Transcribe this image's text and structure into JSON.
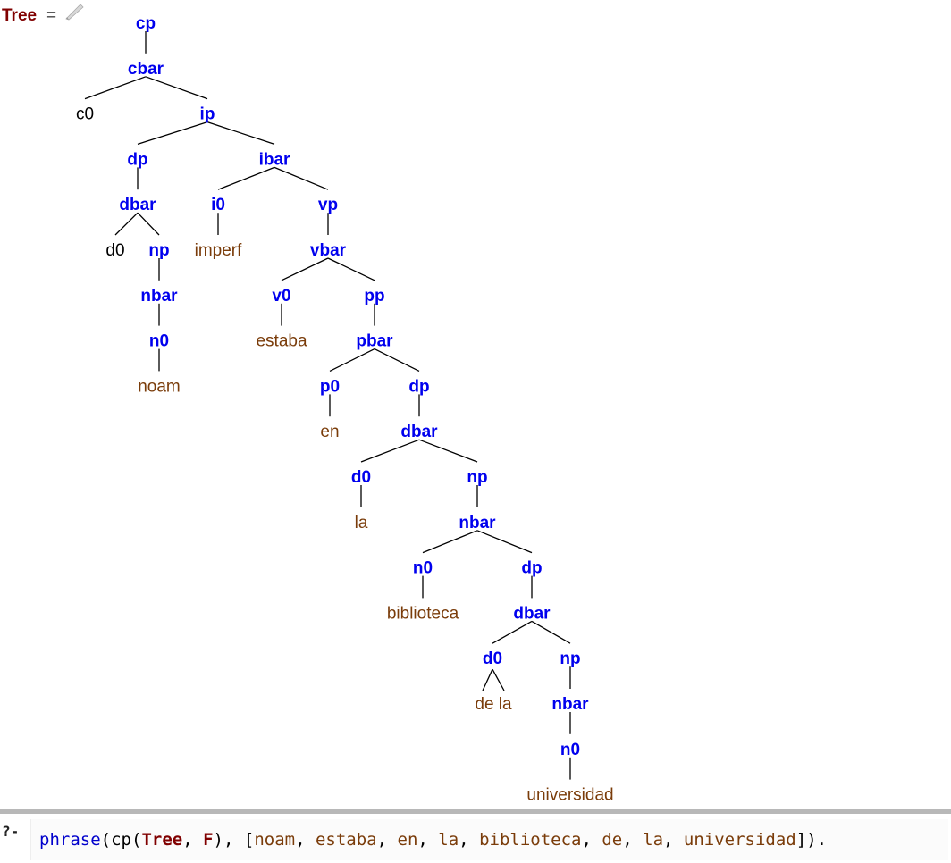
{
  "answer": {
    "variable": "Tree",
    "equals": "=",
    "edit_icon": "pencil-icon"
  },
  "tree": {
    "cat": "cp",
    "children": [
      {
        "cat": "cbar",
        "children": [
          {
            "cat": "c0",
            "style": "plain"
          },
          {
            "cat": "ip",
            "children": [
              {
                "cat": "dp",
                "children": [
                  {
                    "cat": "dbar",
                    "children": [
                      {
                        "cat": "d0",
                        "style": "plain"
                      },
                      {
                        "cat": "np",
                        "children": [
                          {
                            "cat": "nbar",
                            "children": [
                              {
                                "cat": "n0",
                                "children": [
                                  {
                                    "cat": "noam",
                                    "style": "atom"
                                  }
                                ]
                              }
                            ]
                          }
                        ]
                      }
                    ]
                  }
                ]
              },
              {
                "cat": "ibar",
                "children": [
                  {
                    "cat": "i0",
                    "children": [
                      {
                        "cat": "imperf",
                        "style": "atom"
                      }
                    ]
                  },
                  {
                    "cat": "vp",
                    "children": [
                      {
                        "cat": "vbar",
                        "children": [
                          {
                            "cat": "v0",
                            "children": [
                              {
                                "cat": "estaba",
                                "style": "atom"
                              }
                            ]
                          },
                          {
                            "cat": "pp",
                            "children": [
                              {
                                "cat": "pbar",
                                "children": [
                                  {
                                    "cat": "p0",
                                    "children": [
                                      {
                                        "cat": "en",
                                        "style": "atom"
                                      }
                                    ]
                                  },
                                  {
                                    "cat": "dp",
                                    "children": [
                                      {
                                        "cat": "dbar",
                                        "children": [
                                          {
                                            "cat": "d0",
                                            "children": [
                                              {
                                                "cat": "la",
                                                "style": "atom"
                                              }
                                            ]
                                          },
                                          {
                                            "cat": "np",
                                            "children": [
                                              {
                                                "cat": "nbar",
                                                "children": [
                                                  {
                                                    "cat": "n0",
                                                    "children": [
                                                      {
                                                        "cat": "biblioteca",
                                                        "style": "atom"
                                                      }
                                                    ]
                                                  },
                                                  {
                                                    "cat": "dp",
                                                    "children": [
                                                      {
                                                        "cat": "dbar",
                                                        "children": [
                                                          {
                                                            "cat": "d0",
                                                            "children": [
                                                              {
                                                                "cat": "de la",
                                                                "style": "atom",
                                                                "fork": true
                                                              }
                                                            ]
                                                          },
                                                          {
                                                            "cat": "np",
                                                            "children": [
                                                              {
                                                                "cat": "nbar",
                                                                "children": [
                                                                  {
                                                                    "cat": "n0",
                                                                    "children": [
                                                                      {
                                                                        "cat": "universidad",
                                                                        "style": "atom"
                                                                      }
                                                                    ]
                                                                  }
                                                                ]
                                                              }
                                                            ]
                                                          }
                                                        ]
                                                      }
                                                    ]
                                                  }
                                                ]
                                              }
                                            ]
                                          }
                                        ]
                                      }
                                    ]
                                  }
                                ]
                              }
                            ]
                          }
                        ]
                      }
                    ]
                  }
                ]
              }
            ]
          }
        ]
      }
    ]
  },
  "query": {
    "prompt": "?-",
    "parts": [
      {
        "t": "phrase",
        "k": "pred"
      },
      {
        "t": "(",
        "k": "punct"
      },
      {
        "t": "cp",
        "k": "plain"
      },
      {
        "t": "(",
        "k": "punct"
      },
      {
        "t": "Tree",
        "k": "var"
      },
      {
        "t": ", ",
        "k": "punct"
      },
      {
        "t": "F",
        "k": "var"
      },
      {
        "t": "), [",
        "k": "punct"
      },
      {
        "t": "noam",
        "k": "atom"
      },
      {
        "t": ", ",
        "k": "punct"
      },
      {
        "t": "estaba",
        "k": "atom"
      },
      {
        "t": ", ",
        "k": "punct"
      },
      {
        "t": "en",
        "k": "atom"
      },
      {
        "t": ", ",
        "k": "punct"
      },
      {
        "t": "la",
        "k": "atom"
      },
      {
        "t": ", ",
        "k": "punct"
      },
      {
        "t": "biblioteca",
        "k": "atom"
      },
      {
        "t": ", ",
        "k": "punct"
      },
      {
        "t": "de",
        "k": "atom"
      },
      {
        "t": ", ",
        "k": "punct"
      },
      {
        "t": "la",
        "k": "atom"
      },
      {
        "t": ", ",
        "k": "punct"
      },
      {
        "t": "universidad",
        "k": "atom"
      },
      {
        "t": "]).",
        "k": "punct"
      }
    ]
  }
}
